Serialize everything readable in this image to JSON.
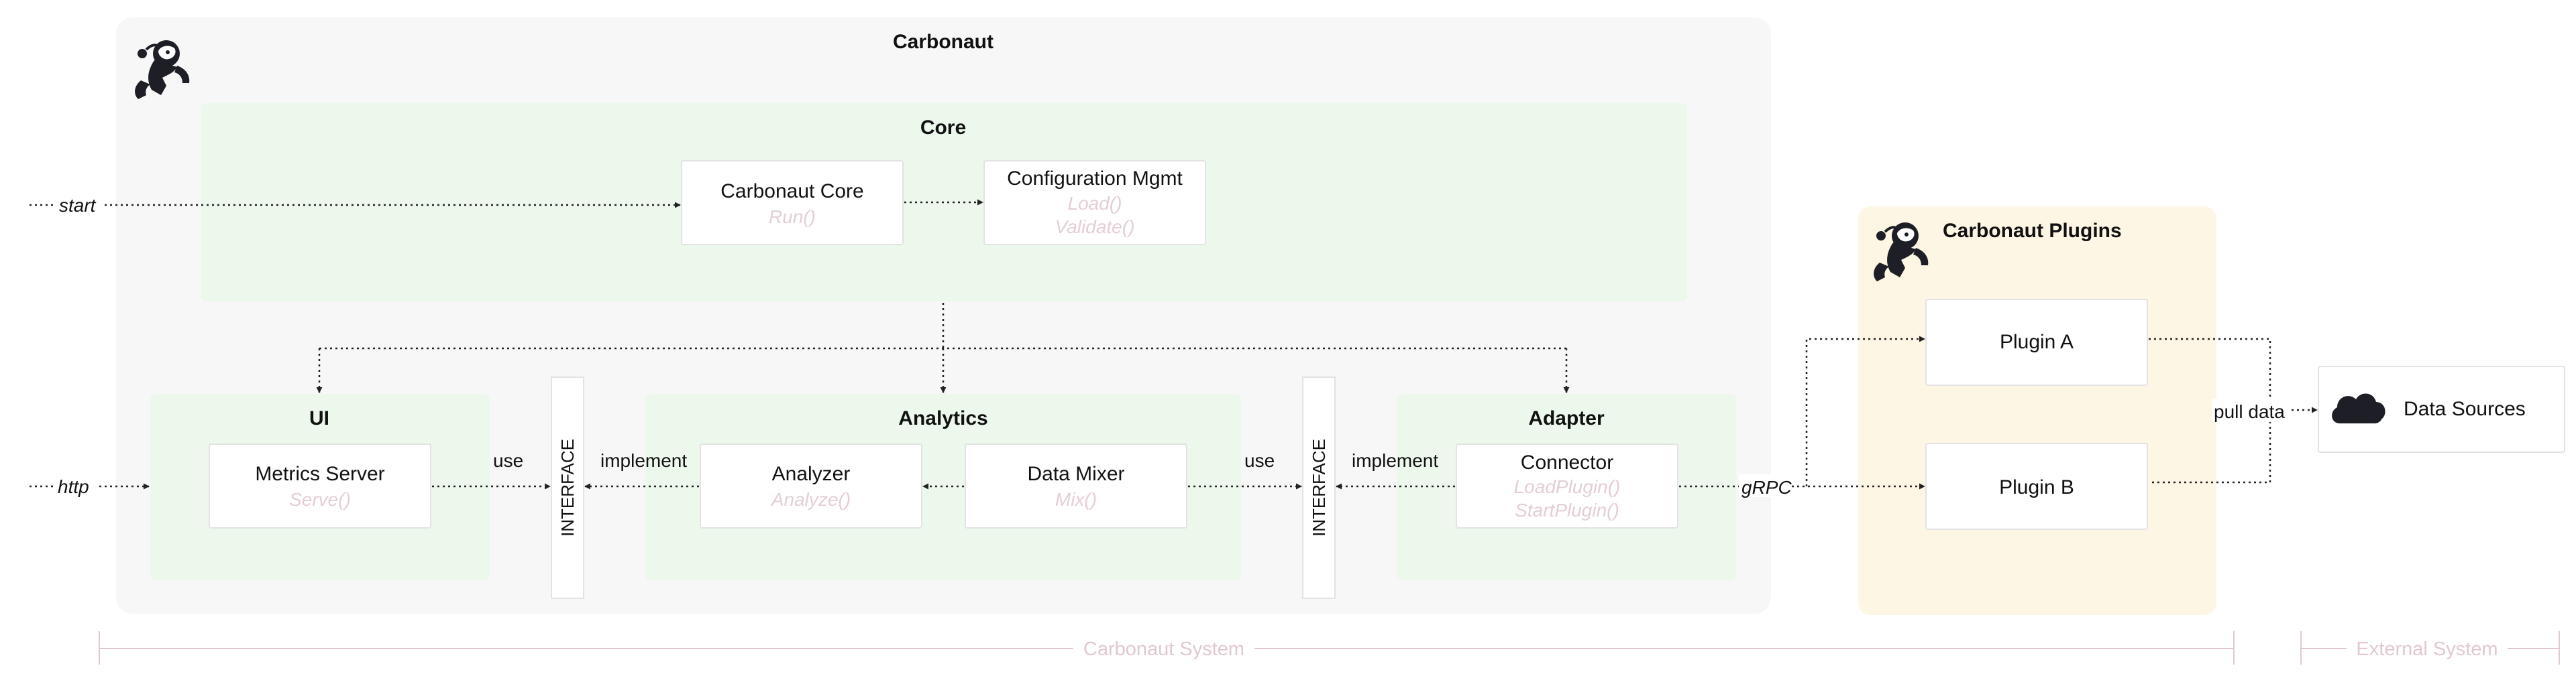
{
  "colors": {
    "system_bg": "#f7f7f7",
    "core_green": "#ecf8ec",
    "plugins_bg": "#fdf6e5",
    "box_border": "#e3e3e3",
    "method_text": "#e4cdd7",
    "system_label": "#e2c7d3",
    "line": "#222222",
    "icon": "#1e1f26"
  },
  "carbonaut": {
    "title": "Carbonaut",
    "logo_icon": "astronaut-logo-icon"
  },
  "core": {
    "title": "Core",
    "carbonaut_core": {
      "name": "Carbonaut Core",
      "method": "Run()"
    },
    "config_mgmt": {
      "name": "Configuration Mgmt",
      "method1": "Load()",
      "method2": "Validate()"
    }
  },
  "ui": {
    "title": "UI",
    "metrics_server": {
      "name": "Metrics Server",
      "method": "Serve()"
    }
  },
  "analytics": {
    "title": "Analytics",
    "analyzer": {
      "name": "Analyzer",
      "method": "Analyze()"
    },
    "data_mixer": {
      "name": "Data Mixer",
      "method": "Mix()"
    }
  },
  "adapter": {
    "title": "Adapter",
    "connector": {
      "name": "Connector",
      "method1": "LoadPlugin()",
      "method2": "StartPlugin()"
    }
  },
  "interface_label": "INTERFACE",
  "plugins": {
    "title": "Carbonaut Plugins",
    "plugin_a": "Plugin A",
    "plugin_b": "Plugin B",
    "logo_icon": "astronaut-logo-icon"
  },
  "data_sources": {
    "name": "Data Sources",
    "icon": "cloud-icon"
  },
  "edge_labels": {
    "start": "start",
    "http": "http",
    "use_left": "use",
    "implement_left": "implement",
    "use_right": "use",
    "implement_right": "implement",
    "grpc": "gRPC",
    "pull_data": "pull data"
  },
  "system_labels": {
    "carbonaut": "Carbonaut System",
    "external": "External System"
  }
}
